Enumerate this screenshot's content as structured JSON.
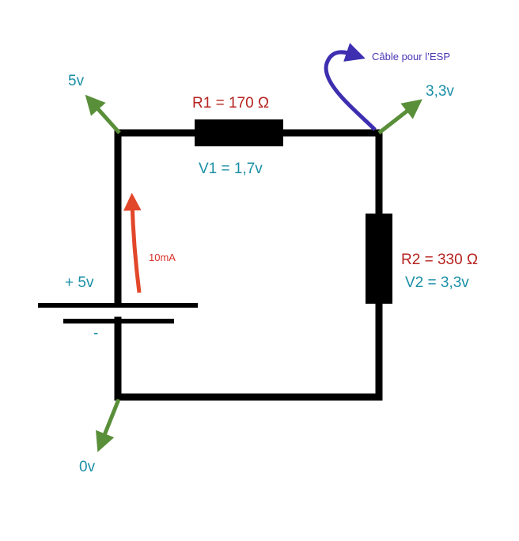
{
  "diagram": {
    "nodes": {
      "top_left_voltage": "5v",
      "top_right_voltage": "3,3v",
      "bottom_left_voltage": "0v",
      "esp_cable": "Câble pour l’ESP"
    },
    "r1": {
      "label": "R1 = 170 Ω",
      "voltage": "V1 = 1,7v"
    },
    "r2": {
      "label": "R2 = 330 Ω",
      "voltage": "V2 = 3,3v"
    },
    "battery": {
      "plus_label": "+ 5v",
      "minus_label": "-"
    },
    "current": {
      "label": "10mA"
    },
    "colors": {
      "wire": "#000000",
      "node_arrow": "#5a8f3a",
      "current_arrow": "#e2472a",
      "esp_cable": "#3d2fb0",
      "voltage_text": "#1a8fa6",
      "resistor_text": "#b5231f"
    }
  }
}
